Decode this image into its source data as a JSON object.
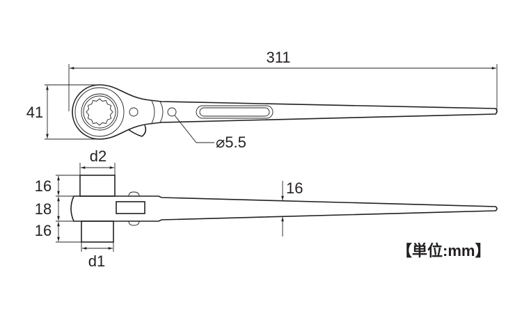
{
  "top_view": {
    "length_label": "311",
    "head_width_label": "41",
    "hole_label": "⌀5.5"
  },
  "side_view": {
    "d2_label": "d2",
    "d1_label": "d1",
    "upper_drive_label": "16",
    "body_thickness_label": "18",
    "lower_drive_label": "16",
    "handle_thickness_label": "16"
  },
  "unit_label": "【単位:mm】",
  "colors": {
    "line": "#231f20",
    "background": "#ffffff"
  }
}
